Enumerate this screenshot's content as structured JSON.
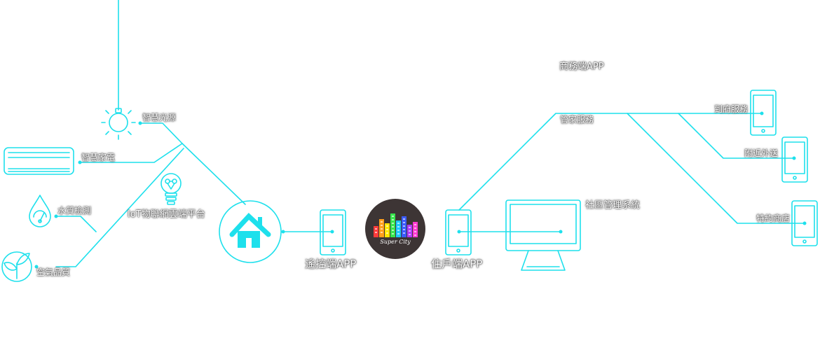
{
  "colors": {
    "line": "#1ee0ec",
    "logo_bg": "#3d3535",
    "label_text": "#ffffff",
    "label_shadow": "#444444"
  },
  "labels": {
    "smart_lighting": "智慧光源",
    "smart_appliance": "智慧家電",
    "water_quality": "水質檢測",
    "air_quality": "空氣品質",
    "iot_platform": "IoT物聯網雲端平台",
    "remote_app": "遙控端APP",
    "resident_app": "住戶端APP",
    "community_system": "社區管理系統",
    "business_app": "商務端APP",
    "butler_service": "管家服務",
    "home_service": "到府服務",
    "nearby_delivery": "附近外送",
    "partner_shop": "特約商店"
  },
  "logo": {
    "text": "Super City",
    "bar_colors": [
      "#ff3b3b",
      "#ff9f1c",
      "#ffe600",
      "#38e54d",
      "#1ec8ff",
      "#3b5bff",
      "#b23bff",
      "#ff3bd1"
    ]
  },
  "icons": {
    "bulb": "light-bulb-icon",
    "ac": "air-conditioner-icon",
    "water": "water-drop-gauge-icon",
    "leaf": "leaf-sprout-icon",
    "iot": "iot-bulb-icon",
    "home": "home-icon",
    "phone": "smartphone-icon",
    "monitor": "monitor-icon"
  }
}
